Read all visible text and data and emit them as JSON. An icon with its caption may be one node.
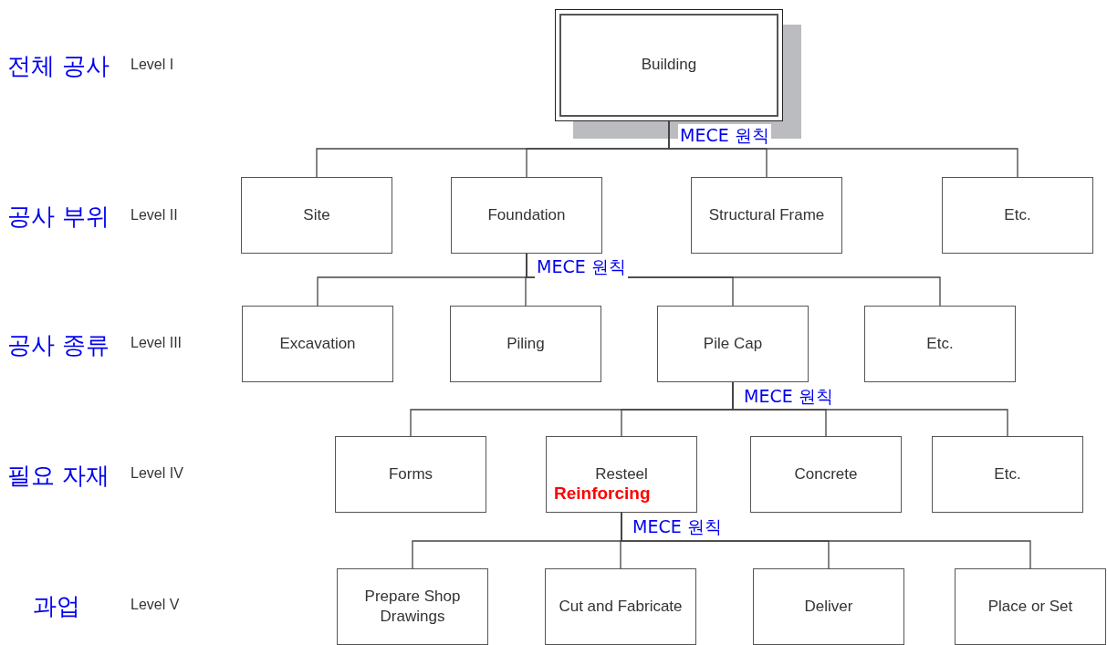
{
  "diagram": {
    "nodes": [
      {
        "text": [
          "Building"
        ]
      },
      {
        "text": [
          "Site"
        ]
      },
      {
        "text": [
          "Foundation"
        ]
      },
      {
        "text": [
          "Structural Frame"
        ]
      },
      {
        "text": [
          "Etc."
        ]
      },
      {
        "text": [
          "Excavation"
        ]
      },
      {
        "text": [
          "Piling"
        ]
      },
      {
        "text": [
          "Pile Cap"
        ]
      },
      {
        "text": [
          "Etc."
        ]
      },
      {
        "text": [
          "Forms"
        ]
      },
      {
        "text": [
          "Resteel",
          "Reinforcing"
        ]
      },
      {
        "text": [
          "Concrete"
        ]
      },
      {
        "text": [
          "Etc."
        ]
      },
      {
        "text": [
          "Prepare Shop Drawings"
        ]
      },
      {
        "text": [
          "Cut and Fabricate"
        ]
      },
      {
        "text": [
          "Deliver"
        ]
      },
      {
        "text": [
          "Place or Set"
        ]
      }
    ],
    "edges": [
      {
        "from": 0,
        "to": 1,
        "arrow": "none"
      },
      {
        "from": 0,
        "to": 2,
        "arrow": "none"
      },
      {
        "from": 0,
        "to": 3,
        "arrow": "none"
      },
      {
        "from": 0,
        "to": 4,
        "arrow": "none"
      },
      {
        "from": 2,
        "to": 5,
        "arrow": "none"
      },
      {
        "from": 2,
        "to": 6,
        "arrow": "none"
      },
      {
        "from": 2,
        "to": 7,
        "arrow": "none"
      },
      {
        "from": 2,
        "to": 8,
        "arrow": "none"
      },
      {
        "from": 7,
        "to": 9,
        "arrow": "none"
      },
      {
        "from": 7,
        "to": 10,
        "arrow": "none"
      },
      {
        "from": 7,
        "to": 11,
        "arrow": "none"
      },
      {
        "from": 7,
        "to": 12,
        "arrow": "none"
      },
      {
        "from": 10,
        "to": 13,
        "arrow": "none"
      },
      {
        "from": 10,
        "to": 14,
        "arrow": "none"
      },
      {
        "from": 10,
        "to": 15,
        "arrow": "none"
      },
      {
        "from": 10,
        "to": 16,
        "arrow": "none"
      }
    ],
    "labels": [
      "전체 공사",
      "Level I",
      "MECE 원칙",
      "공사 부위",
      "Level II",
      "MECE 원칙",
      "공사 종류",
      "Level III",
      "MECE 원칙",
      "필요 자재",
      "Level IV",
      "MECE 원칙",
      "과업",
      "Level V"
    ]
  }
}
